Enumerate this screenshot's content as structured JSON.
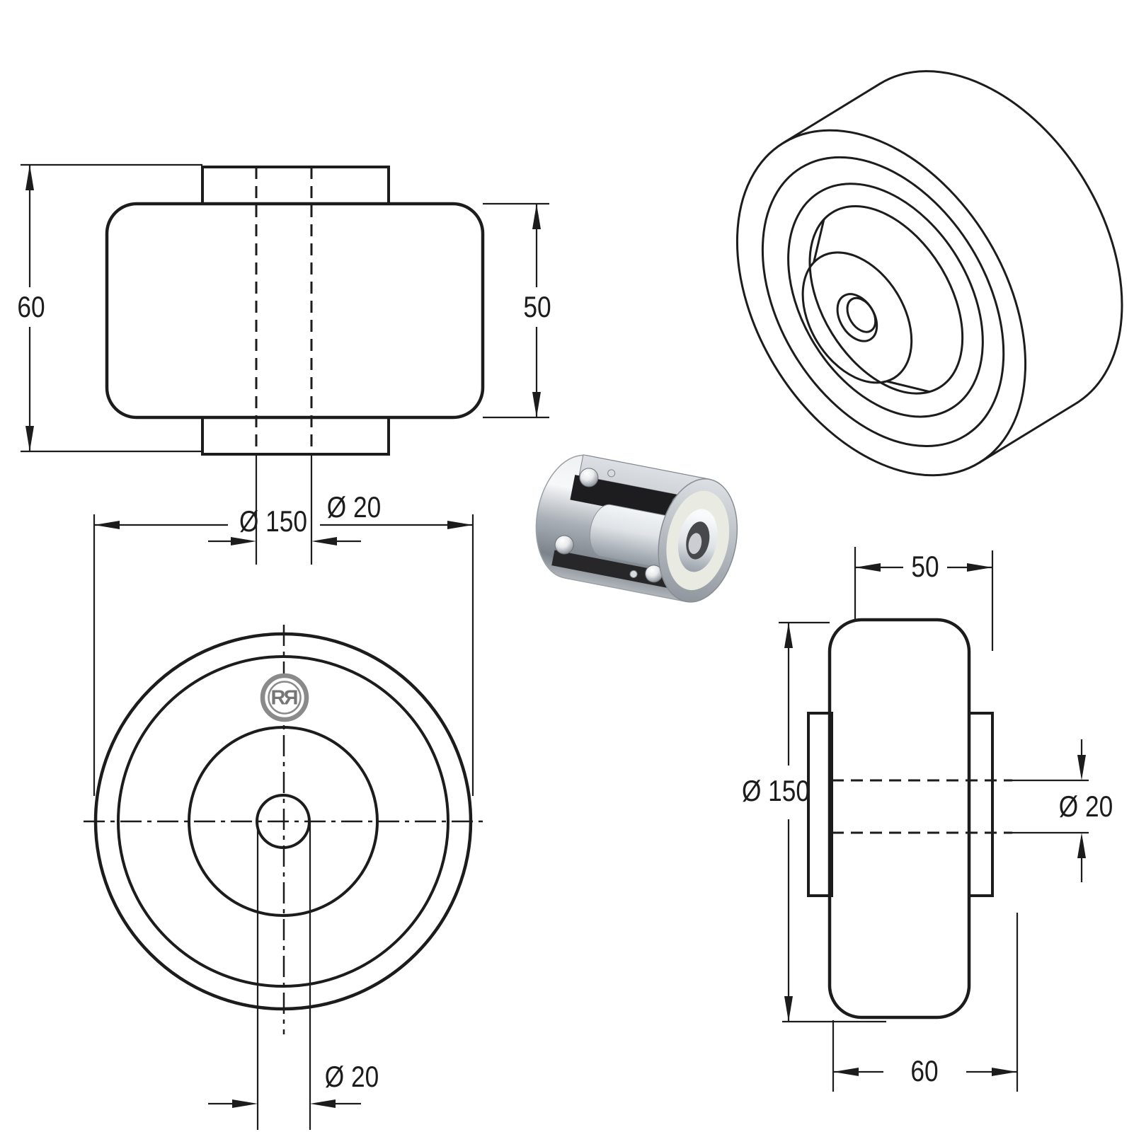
{
  "drawing": {
    "background_color": "#ffffff",
    "line_color": "#1c1c1c",
    "logo_color": "#8a8a8a",
    "views": {
      "side_view_top_left": {
        "overall_width": "60",
        "tread_width": "50",
        "bore_diameter": "Ø 20"
      },
      "front_view": {
        "outer_diameter": "Ø 150",
        "bore_diameter": "Ø 20",
        "logo_letter": "R"
      },
      "side_view_bottom_right": {
        "tread_width": "50",
        "outer_diameter": "Ø 150",
        "bore_diameter": "Ø 20",
        "hub_width": "60"
      }
    }
  }
}
